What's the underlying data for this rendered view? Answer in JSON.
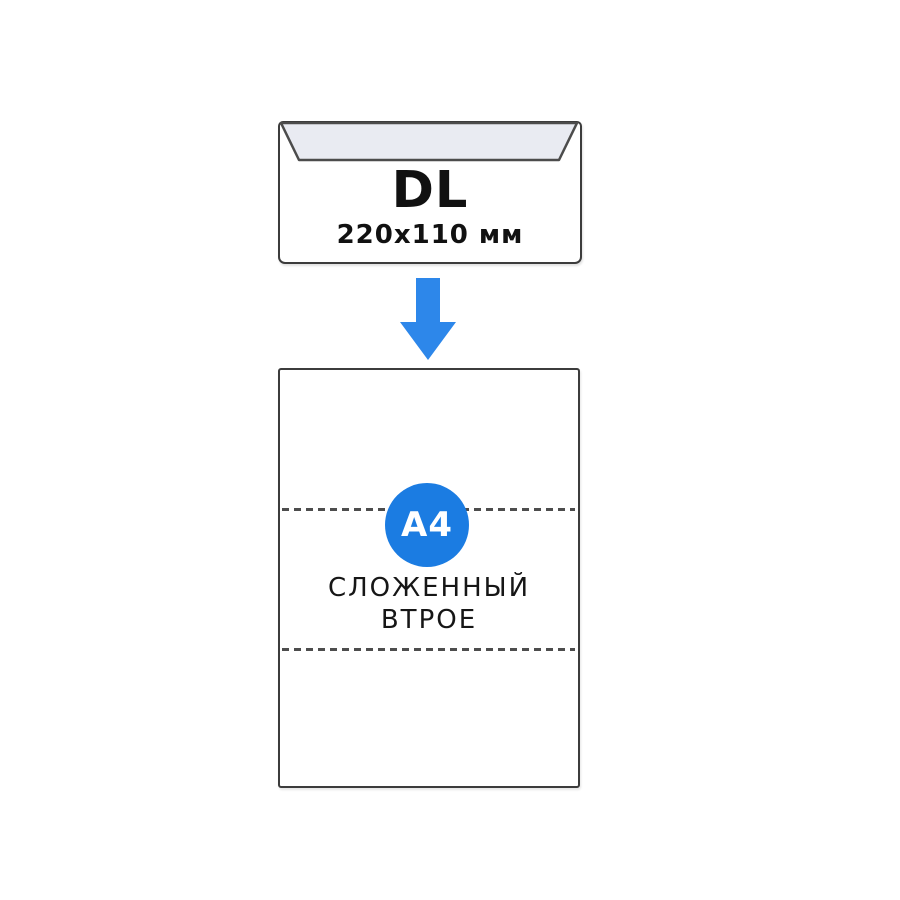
{
  "colors": {
    "background": "#ffffff",
    "outline_dark": "#3c3c3c",
    "flap_gray": "#e9ebf2",
    "flap_outline": "#4c4c4c",
    "arrow_blue": "#2d87ea",
    "badge_blue": "#1b7ce2",
    "fold_dash_gray": "#4d4d4d",
    "text_black": "#111111"
  },
  "envelope": {
    "format_label": "DL",
    "size_label": "220x110 мм"
  },
  "arrow": {
    "direction": "down"
  },
  "sheet": {
    "badge_label": "A4",
    "caption_line1": "СЛОЖЕННЫЙ",
    "caption_line2": "ВТРОЕ",
    "fold_lines_count": 2
  }
}
